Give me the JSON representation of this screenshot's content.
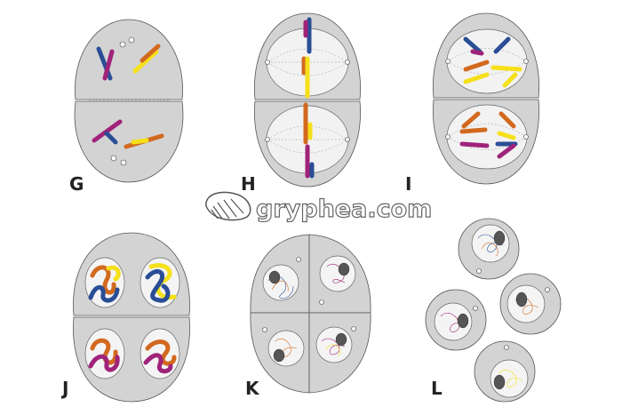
{
  "stages": [
    {
      "label": "G"
    },
    {
      "label": "H"
    },
    {
      "label": "I"
    },
    {
      "label": "J"
    },
    {
      "label": "K"
    },
    {
      "label": "L"
    }
  ],
  "watermark": {
    "text": "gryphea.com",
    "icon": "ammonite-shell-icon"
  },
  "colors": {
    "blue": "#2a4e96",
    "magenta": "#a0237a",
    "yellow": "#f5e01a",
    "orange": "#d2691e",
    "cell": "#d3d3d3"
  }
}
